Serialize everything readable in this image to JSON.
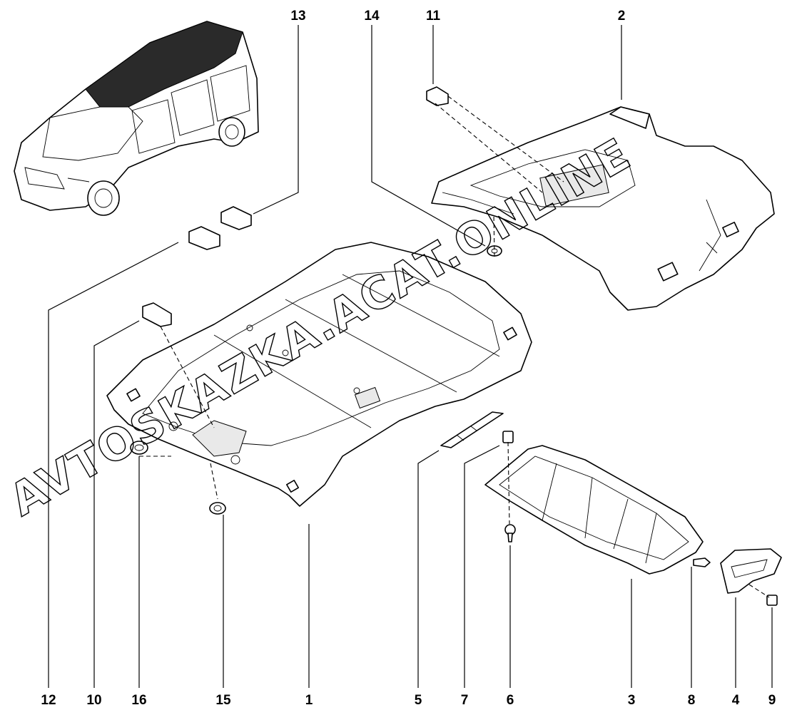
{
  "callouts": [
    {
      "id": "13",
      "label": "13"
    },
    {
      "id": "14",
      "label": "14"
    },
    {
      "id": "11",
      "label": "11"
    },
    {
      "id": "2",
      "label": "2"
    },
    {
      "id": "12",
      "label": "12"
    },
    {
      "id": "10",
      "label": "10"
    },
    {
      "id": "16",
      "label": "16"
    },
    {
      "id": "15",
      "label": "15"
    },
    {
      "id": "1",
      "label": "1"
    },
    {
      "id": "5",
      "label": "5"
    },
    {
      "id": "7",
      "label": "7"
    },
    {
      "id": "6",
      "label": "6"
    },
    {
      "id": "3",
      "label": "3"
    },
    {
      "id": "8",
      "label": "8"
    },
    {
      "id": "4",
      "label": "4"
    },
    {
      "id": "9",
      "label": "9"
    }
  ],
  "watermark": "AVTOSKAZKA.ACAT.ONLINE"
}
